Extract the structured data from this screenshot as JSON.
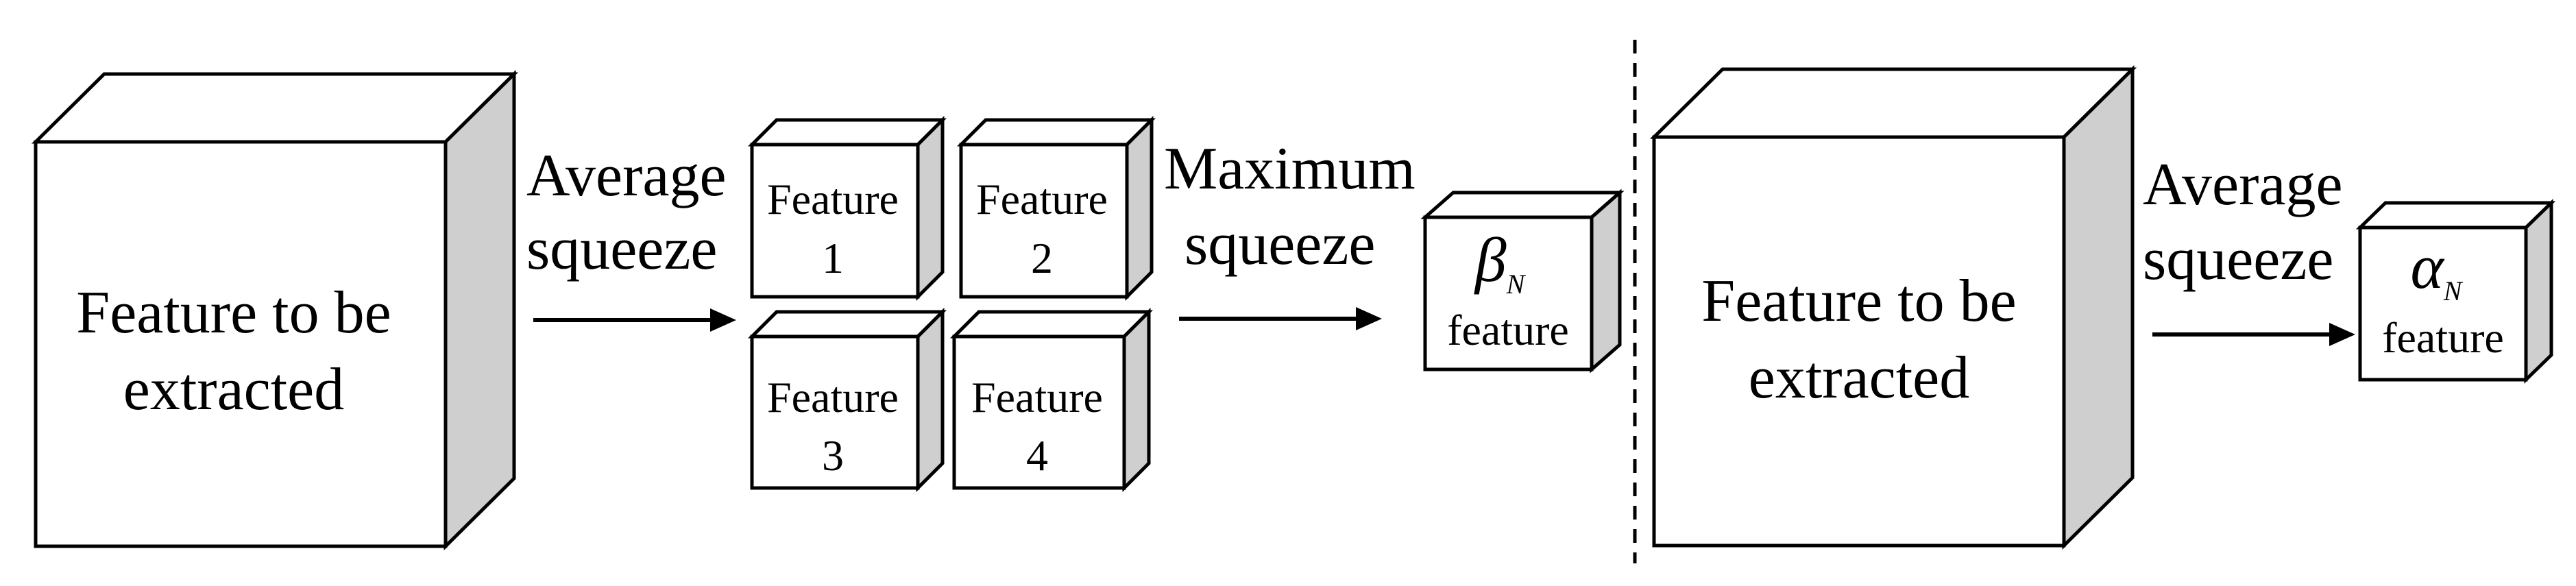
{
  "left_panel": {
    "big_cube": {
      "line1": "Feature to be",
      "line2": "extracted"
    },
    "arrow1_label": {
      "line1": "Average",
      "line2": "squeeze"
    },
    "small_cubes": [
      {
        "line1": "Feature",
        "line2": "1"
      },
      {
        "line1": "Feature",
        "line2": "2"
      },
      {
        "line1": "Feature",
        "line2": "3"
      },
      {
        "line1": "Feature",
        "line2": "4"
      }
    ],
    "arrow2_label": {
      "line1": "Maximum",
      "line2": "squeeze"
    },
    "result_cube": {
      "symbol": "β",
      "subscript": "N",
      "line2": "feature"
    }
  },
  "right_panel": {
    "big_cube": {
      "line1": "Feature to be",
      "line2": "extracted"
    },
    "arrow_label": {
      "line1": "Average",
      "line2": "squeeze"
    },
    "result_cube": {
      "symbol": "α",
      "subscript": "N",
      "line2": "feature"
    }
  }
}
